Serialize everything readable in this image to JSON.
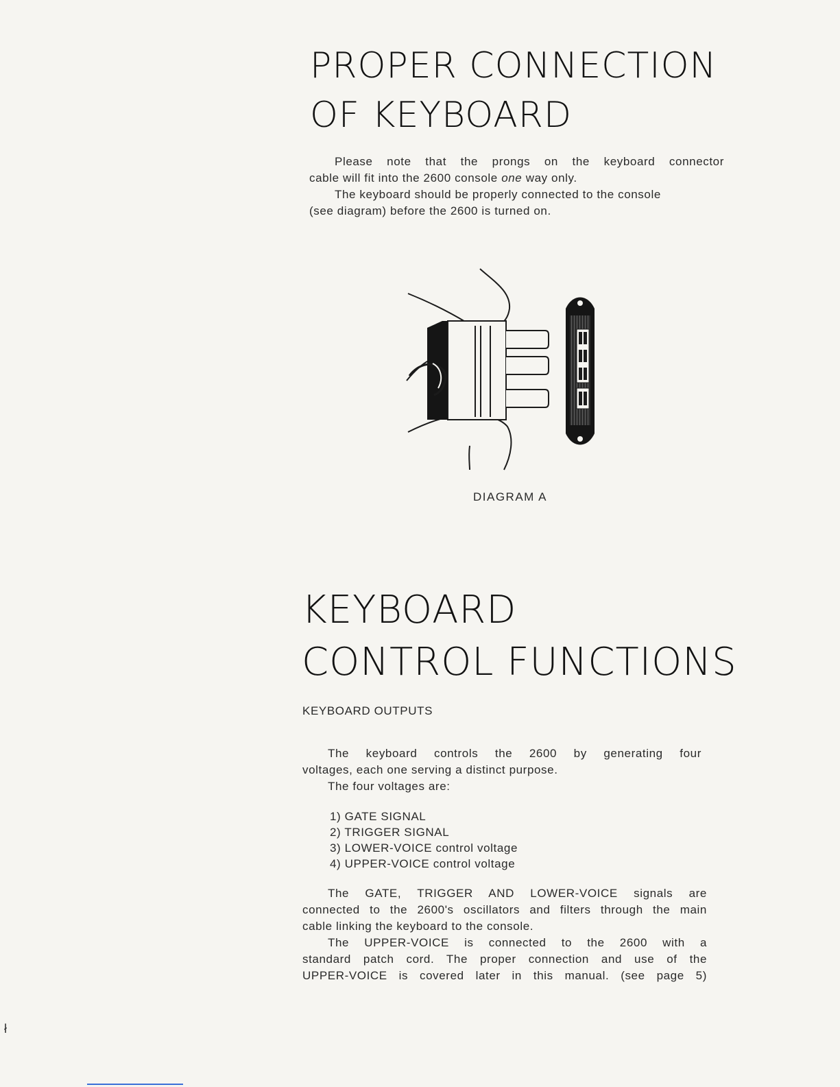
{
  "heading1": {
    "line1": "PROPER CONNECTION",
    "line2": "OF KEYBOARD"
  },
  "intro": {
    "line1": "Please note that the prongs on the keyboard connector",
    "line2_before": "cable will fit into the 2600 console ",
    "line2_em": "one",
    "line2_after": " way only.",
    "line3": "The keyboard should be properly connected to the console",
    "line4": "(see diagram) before the 2600 is turned on."
  },
  "diagram_caption": "DIAGRAM A",
  "heading2": {
    "line1": "KEYBOARD",
    "line2": "CONTROL FUNCTIONS"
  },
  "outputs_title": "KEYBOARD OUTPUTS",
  "para1": {
    "line1": "The keyboard controls the 2600 by generating four",
    "line2": "voltages, each one serving a distinct purpose.",
    "line3": "The four voltages are:"
  },
  "voltages": [
    "1) GATE SIGNAL",
    "2) TRIGGER SIGNAL",
    "3) LOWER-VOICE control voltage",
    "4) UPPER-VOICE control voltage"
  ],
  "para2": {
    "line1": "The GATE, TRIGGER AND LOWER-VOICE signals are",
    "line2": "connected to the 2600's oscillators and filters through the main",
    "line3": "cable linking the keyboard to the console.",
    "line4": "The UPPER-VOICE is connected to the 2600 with a",
    "line5": "standard patch cord. The proper connection and use of the",
    "line6": "UPPER-VOICE is covered later in this manual. (see page 5)"
  },
  "margin_mark": "ł"
}
